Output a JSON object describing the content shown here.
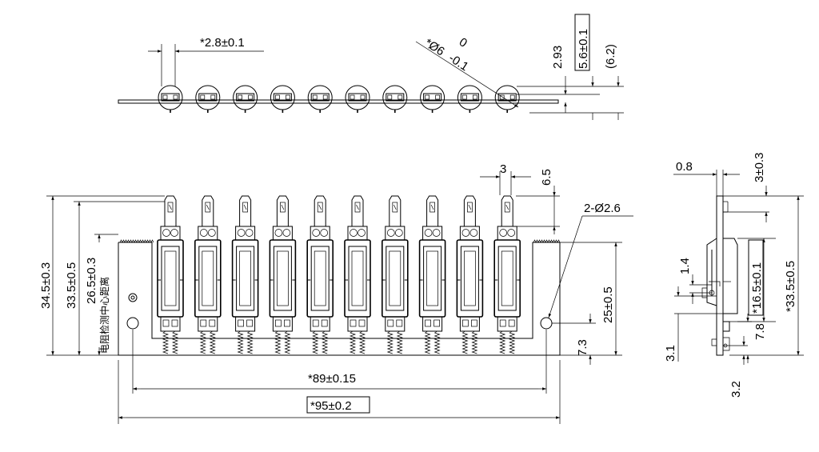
{
  "dimensions": {
    "top_pitch": "*2.8±0.1",
    "top_dia_tol_upper": "0",
    "top_dia_main": "*Ø6",
    "top_dia_tol_lower": "-0.1",
    "top_h1": "2.93",
    "top_h2": "5.6±0.1",
    "top_h3": "(6.2)",
    "front_tab_width": "3",
    "front_tab_height": "6.5",
    "front_holes": "2-Ø2.6",
    "front_h_total": "34.5±0.3",
    "front_h_body": "33.5±0.5",
    "front_h_center": "26.5±0.3",
    "front_cn_label": "电阻检测中心距离",
    "front_h_right": "25±0.5",
    "front_h_hole": "7.3",
    "front_w_holes": "*89±0.15",
    "front_w_total": "*95±0.2",
    "side_thickness": "0.8",
    "side_top": "3±0.3",
    "side_small": "1.4",
    "side_mid": "*16.5±0.1",
    "side_total": "*33.5±0.5",
    "side_bottom1": "7.8",
    "side_left_bottom": "3.1",
    "side_bottom2": "3.2"
  },
  "element_count": 10
}
